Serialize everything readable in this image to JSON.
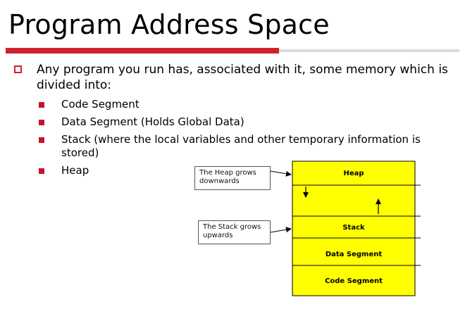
{
  "slide": {
    "title": "Program Address Space",
    "bullet": "Any program you run has, associated with it, some memory which is divided into:",
    "subitems": [
      "Code Segment",
      "Data Segment (Holds Global Data)",
      "Stack (where the local variables and other temporary information is stored)",
      "Heap"
    ]
  },
  "diagram": {
    "segments": [
      "Heap",
      "Stack",
      "Data Segment",
      "Code Segment"
    ],
    "heap_callout": "The Heap grows downwards",
    "stack_callout": "The Stack grows upwards",
    "fill_color": "#ffff00",
    "accent_color": "#d3202f"
  }
}
